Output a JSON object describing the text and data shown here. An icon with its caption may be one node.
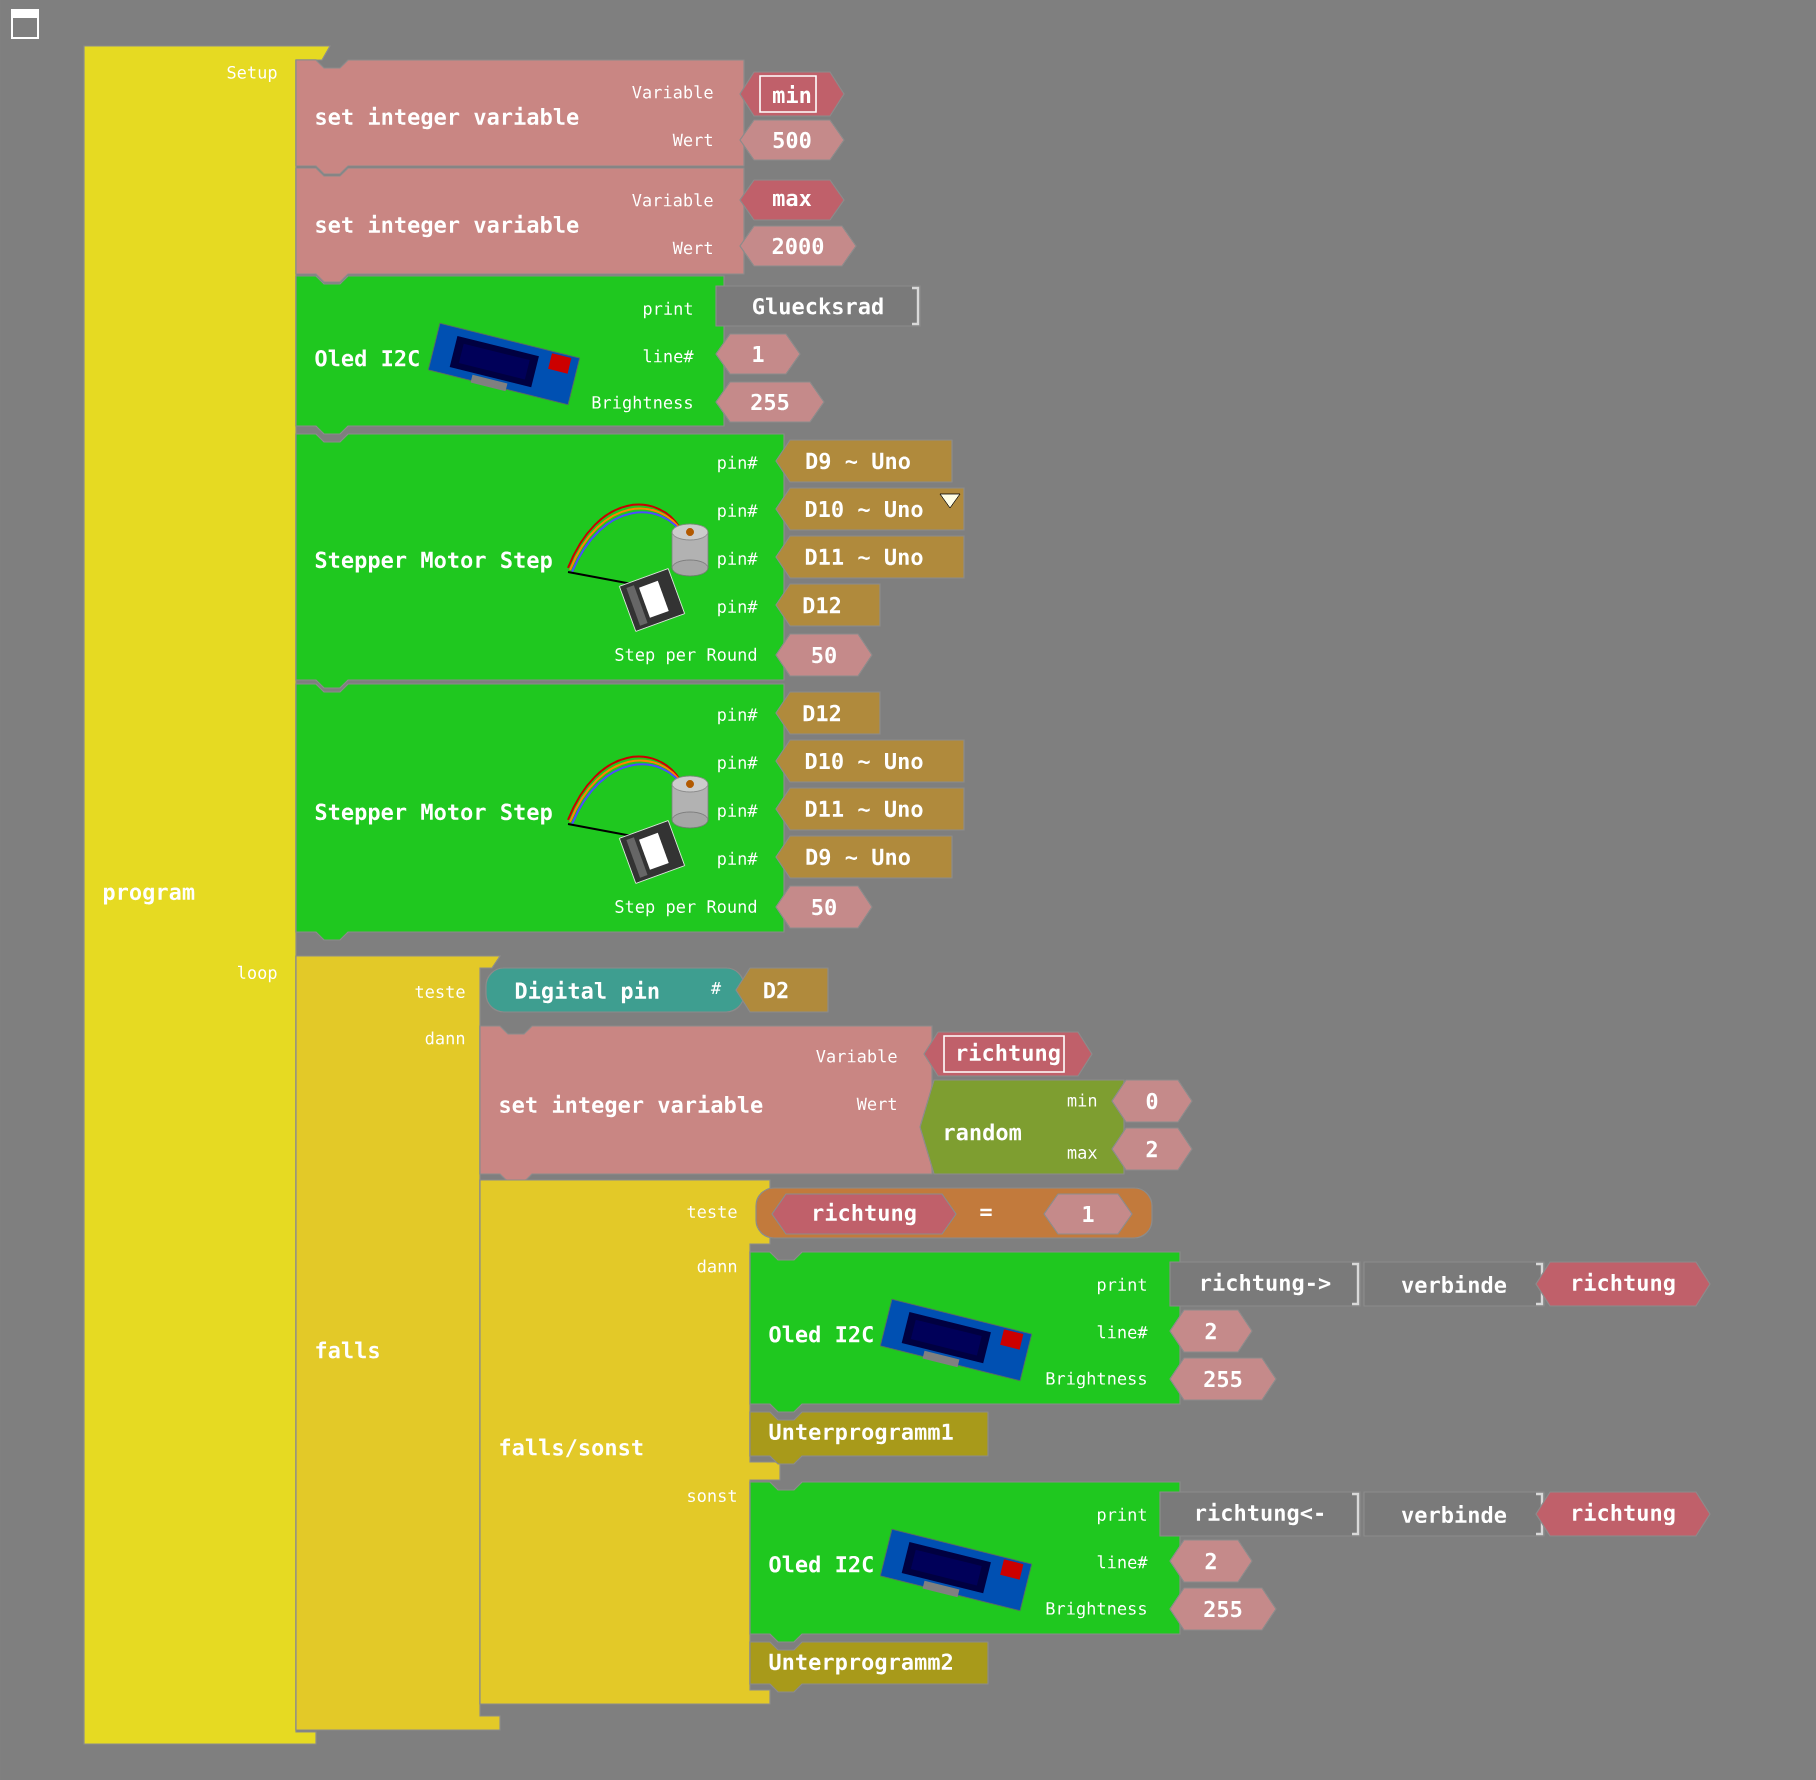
{
  "diagram": {
    "nodes": [
      {
        "text": [
          "program",
          "Setup",
          "loop"
        ]
      },
      {
        "text": [
          "set integer variable",
          "Variable",
          "Wert"
        ]
      },
      {
        "text": [
          "min"
        ]
      },
      {
        "text": [
          "500"
        ]
      },
      {
        "text": [
          "set integer variable",
          "Variable",
          "Wert"
        ]
      },
      {
        "text": [
          "max"
        ]
      },
      {
        "text": [
          "2000"
        ]
      },
      {
        "text": [
          "Oled I2C",
          "print",
          "line#",
          "Brightness"
        ]
      },
      {
        "text": [
          "Gluecksrad"
        ]
      },
      {
        "text": [
          "1"
        ]
      },
      {
        "text": [
          "255"
        ]
      },
      {
        "text": [
          "Stepper Motor Step",
          "pin#",
          "pin#",
          "pin#",
          "pin#",
          "Step per Round"
        ]
      },
      {
        "text": [
          "D9 ~ Uno"
        ]
      },
      {
        "text": [
          "D10 ~ Uno"
        ]
      },
      {
        "text": [
          "D11 ~ Uno"
        ]
      },
      {
        "text": [
          "D12"
        ]
      },
      {
        "text": [
          "50"
        ]
      },
      {
        "text": [
          "Stepper Motor Step",
          "pin#",
          "pin#",
          "pin#",
          "pin#",
          "Step per Round"
        ]
      },
      {
        "text": [
          "D12"
        ]
      },
      {
        "text": [
          "D10 ~ Uno"
        ]
      },
      {
        "text": [
          "D11 ~ Uno"
        ]
      },
      {
        "text": [
          "D9 ~ Uno"
        ]
      },
      {
        "text": [
          "50"
        ]
      },
      {
        "text": [
          "falls",
          "teste",
          "dann"
        ]
      },
      {
        "text": [
          "Digital pin",
          "#"
        ]
      },
      {
        "text": [
          "D2"
        ]
      },
      {
        "text": [
          "set integer variable",
          "Variable",
          "Wert"
        ]
      },
      {
        "text": [
          "richtung"
        ]
      },
      {
        "text": [
          "random",
          "min",
          "max"
        ]
      },
      {
        "text": [
          "0"
        ]
      },
      {
        "text": [
          "2"
        ]
      },
      {
        "text": [
          "falls/sonst",
          "teste",
          "dann",
          "sonst"
        ]
      },
      {
        "text": [
          "="
        ]
      },
      {
        "text": [
          "richtung"
        ],
        "in": 32
      },
      {
        "text": [
          "1"
        ],
        "in": 32
      },
      {
        "text": [
          "Oled I2C",
          "print",
          "line#",
          "Brightness"
        ]
      },
      {
        "text": [
          "richtung->"
        ]
      },
      {
        "text": [
          "verbinde"
        ]
      },
      {
        "text": [
          "richtung"
        ]
      },
      {
        "text": [
          "2"
        ]
      },
      {
        "text": [
          "255"
        ]
      },
      {
        "text": [
          "Unterprogramm1"
        ]
      },
      {
        "text": [
          "Oled I2C",
          "print",
          "line#",
          "Brightness"
        ]
      },
      {
        "text": [
          "richtung<-"
        ]
      },
      {
        "text": [
          "verbinde"
        ]
      },
      {
        "text": [
          "richtung"
        ]
      },
      {
        "text": [
          "2"
        ]
      },
      {
        "text": [
          "255"
        ]
      },
      {
        "text": [
          "Unterprogramm2"
        ]
      }
    ]
  }
}
